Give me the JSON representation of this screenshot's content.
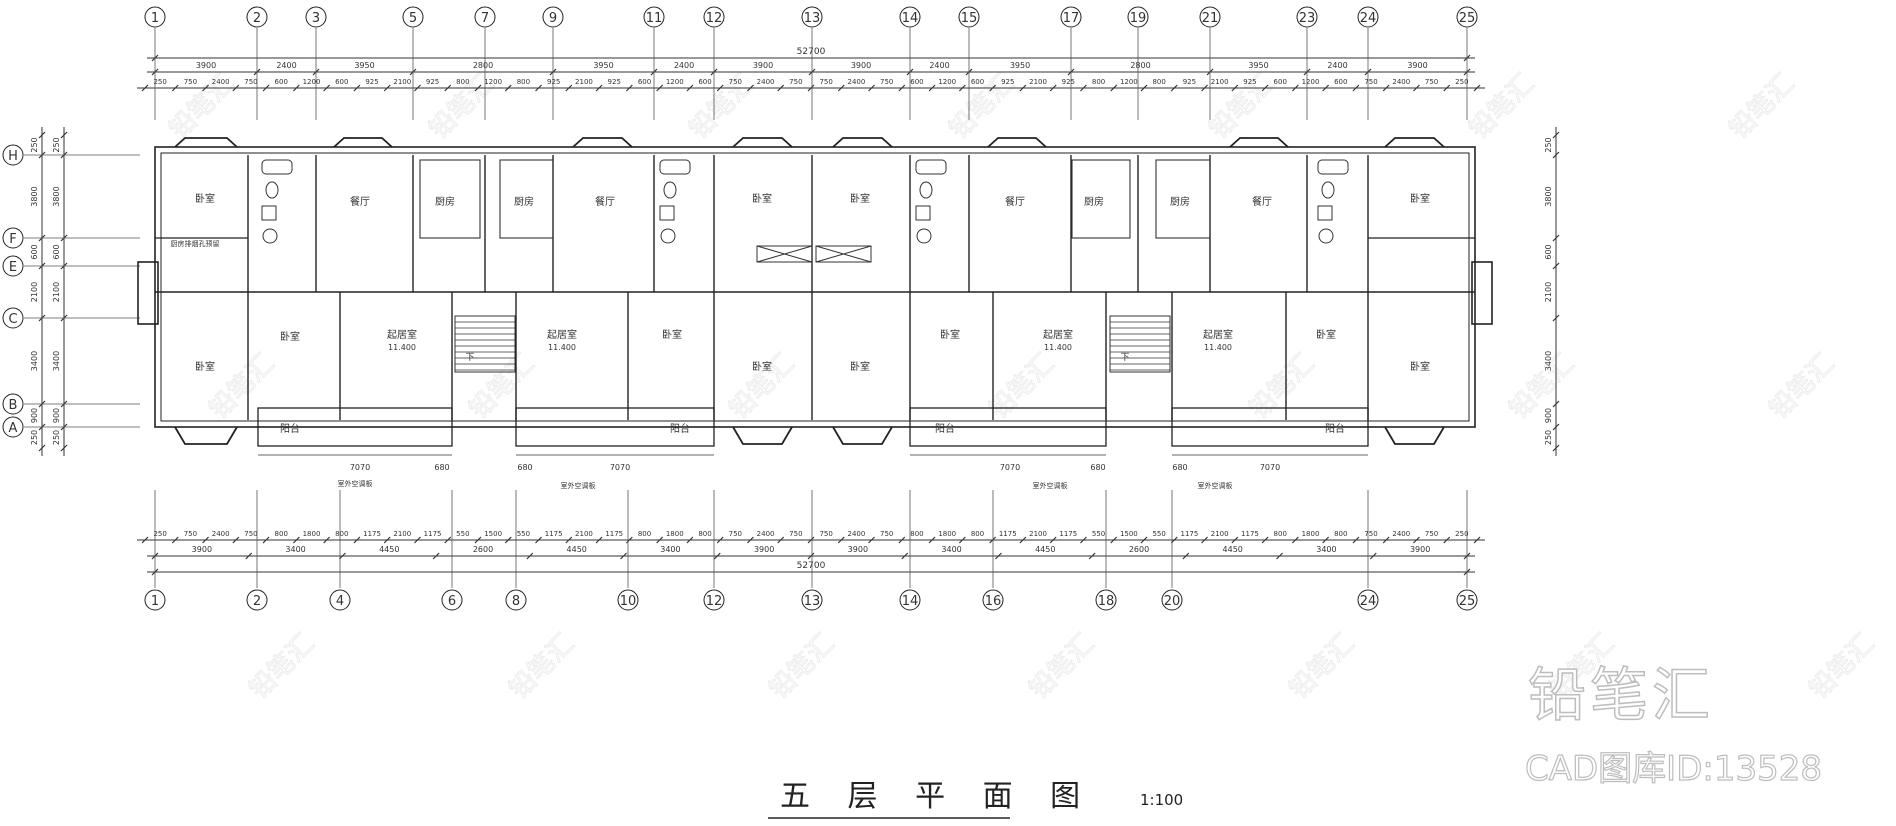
{
  "drawing": {
    "title": "五 层 平 面 图",
    "scale": "1:100",
    "watermark_brand": "铅笔汇",
    "watermark_id": "CAD图库ID:13528"
  },
  "top_axes": [
    "1",
    "2",
    "3",
    "5",
    "7",
    "9",
    "11",
    "12",
    "13",
    "14",
    "15",
    "17",
    "19",
    "21",
    "23",
    "24",
    "25"
  ],
  "bottom_axes": [
    "1",
    "2",
    "4",
    "6",
    "8",
    "10",
    "12",
    "13",
    "14",
    "16",
    "18",
    "20",
    "24",
    "25"
  ],
  "left_axes": [
    "H",
    "F",
    "E",
    "C",
    "B",
    "A"
  ],
  "dims": {
    "total": "52700",
    "top_row2": [
      "3900",
      "2400",
      "3950",
      "2800",
      "3950",
      "2400",
      "3900",
      "3900",
      "2400",
      "3950",
      "2800",
      "3950",
      "2400",
      "3900"
    ],
    "top_row3": [
      "250",
      "750",
      "2400",
      "750",
      "600",
      "1200",
      "600",
      "925",
      "2100",
      "925",
      "800",
      "1200",
      "800",
      "925",
      "2100",
      "925",
      "600",
      "1200",
      "600",
      "750",
      "2400",
      "750",
      "750",
      "2400",
      "750",
      "600",
      "1200",
      "600",
      "925",
      "2100",
      "925",
      "800",
      "1200",
      "800",
      "925",
      "2100",
      "925",
      "600",
      "1200",
      "600",
      "750",
      "2400",
      "750",
      "250"
    ],
    "bottom_row1": [
      "250",
      "750",
      "2400",
      "750",
      "800",
      "1800",
      "800",
      "1175",
      "2100",
      "1175",
      "550",
      "1500",
      "550",
      "1175",
      "2100",
      "1175",
      "800",
      "1800",
      "800",
      "750",
      "2400",
      "750",
      "750",
      "2400",
      "750",
      "800",
      "1800",
      "800",
      "1175",
      "2100",
      "1175",
      "550",
      "1500",
      "550",
      "1175",
      "2100",
      "1175",
      "800",
      "1800",
      "800",
      "750",
      "2400",
      "750",
      "250"
    ],
    "bottom_row2": [
      "3900",
      "3400",
      "4450",
      "2600",
      "4450",
      "3400",
      "3900",
      "3900",
      "3400",
      "4450",
      "2600",
      "4450",
      "3400",
      "3900"
    ],
    "left": [
      "250",
      "3800",
      "600",
      "2100",
      "3400",
      "900",
      "250"
    ],
    "balcony": [
      "7070",
      "680",
      "7070",
      "680",
      "7070",
      "680",
      "7070",
      "680"
    ]
  },
  "rooms": {
    "bedroom": "卧室",
    "living": "起居室",
    "kitchen": "厨房",
    "dining": "餐厅",
    "balcony": "阳台",
    "level": "11.400",
    "ac_note": "室外空调板",
    "reserved_hole": "厨房排烟孔预留",
    "stair_down": "下"
  }
}
